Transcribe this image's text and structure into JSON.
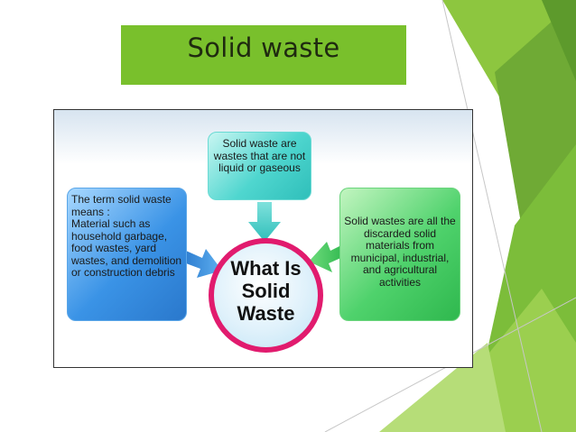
{
  "slide": {
    "title": "Solid waste"
  },
  "diagram": {
    "center_label": "What Is Solid Waste",
    "left_box": "The term solid waste means :\nMaterial such as household garbage, food wastes, yard wastes, and demolition or construction debris",
    "top_box": "Solid waste are wastes that are not liquid or gaseous",
    "right_box": "Solid wastes are all the discarded solid materials from municipal, industrial, and agricultural activities"
  },
  "colors": {
    "accent_green": "#79c02c",
    "ring_magenta": "#e11b6e",
    "left_box_blue": "#3a93e6",
    "top_box_teal": "#4fd6cf",
    "right_box_green": "#4fd26c"
  }
}
